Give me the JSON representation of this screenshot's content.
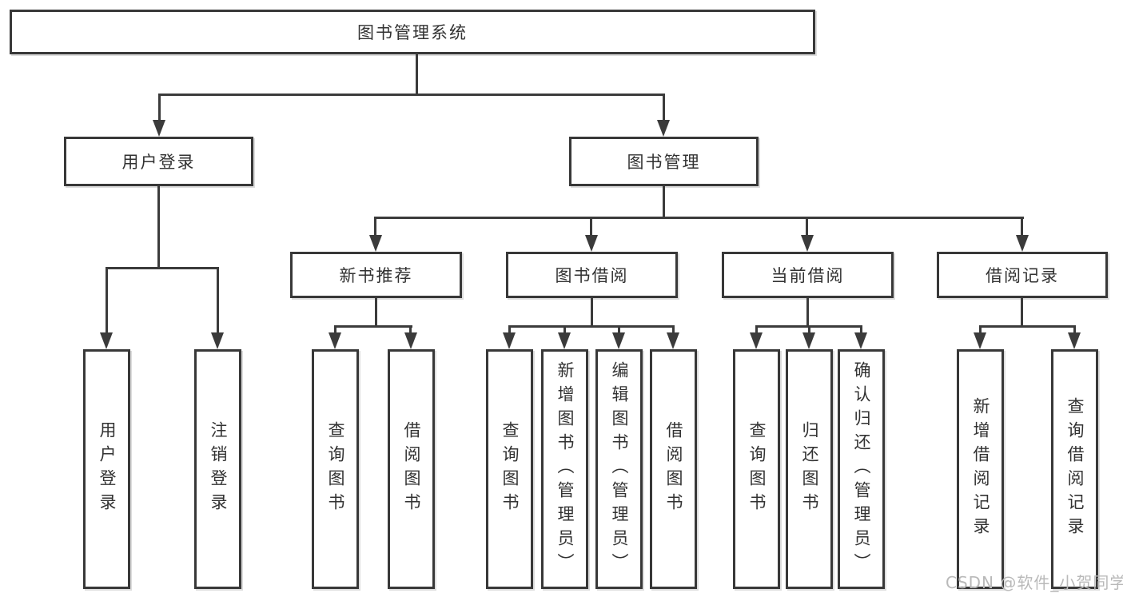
{
  "colors": {
    "line": "#3b3b3b",
    "border": "#383838",
    "text": "#323232",
    "background": "#ffffff",
    "watermark": "#b9b9b9"
  },
  "tree": {
    "root": {
      "label": "图书管理系统"
    },
    "branches": [
      {
        "label": "用户登录",
        "children": [
          {
            "label": "用户登录"
          },
          {
            "label": "注销登录"
          }
        ]
      },
      {
        "label": "图书管理",
        "groups": [
          {
            "label": "新书推荐",
            "children": [
              {
                "label": "查询图书"
              },
              {
                "label": "借阅图书"
              }
            ]
          },
          {
            "label": "图书借阅",
            "children": [
              {
                "label": "查询图书"
              },
              {
                "label": "新增图书（管理员）"
              },
              {
                "label": "编辑图书（管理员）"
              },
              {
                "label": "借阅图书"
              }
            ]
          },
          {
            "label": "当前借阅",
            "children": [
              {
                "label": "查询图书"
              },
              {
                "label": "归还图书"
              },
              {
                "label": "确认归还（管理员）"
              }
            ]
          },
          {
            "label": "借阅记录",
            "children": [
              {
                "label": "新增借阅记录"
              },
              {
                "label": "查询借阅记录"
              }
            ]
          }
        ]
      }
    ]
  },
  "watermark": {
    "text": "CSDN @软件_小贺同学"
  }
}
